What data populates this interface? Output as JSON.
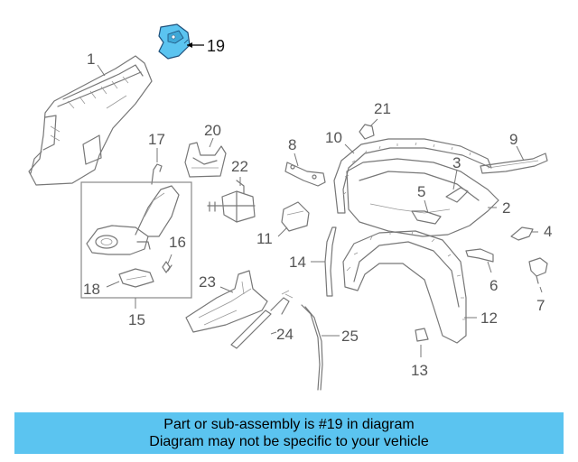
{
  "callouts": [
    "1",
    "2",
    "3",
    "4",
    "5",
    "6",
    "7",
    "8",
    "9",
    "10",
    "11",
    "12",
    "13",
    "14",
    "15",
    "16",
    "17",
    "18",
    "19",
    "20",
    "21",
    "22",
    "23",
    "24",
    "25"
  ],
  "highlight": {
    "part": "19",
    "color": "#5bc4f0",
    "outline": "#1e4f7a"
  },
  "banner": {
    "line1": "Part or sub-assembly is #19 in diagram",
    "line2": "Diagram may not be specific to your vehicle",
    "color": "#5bc4f0"
  }
}
